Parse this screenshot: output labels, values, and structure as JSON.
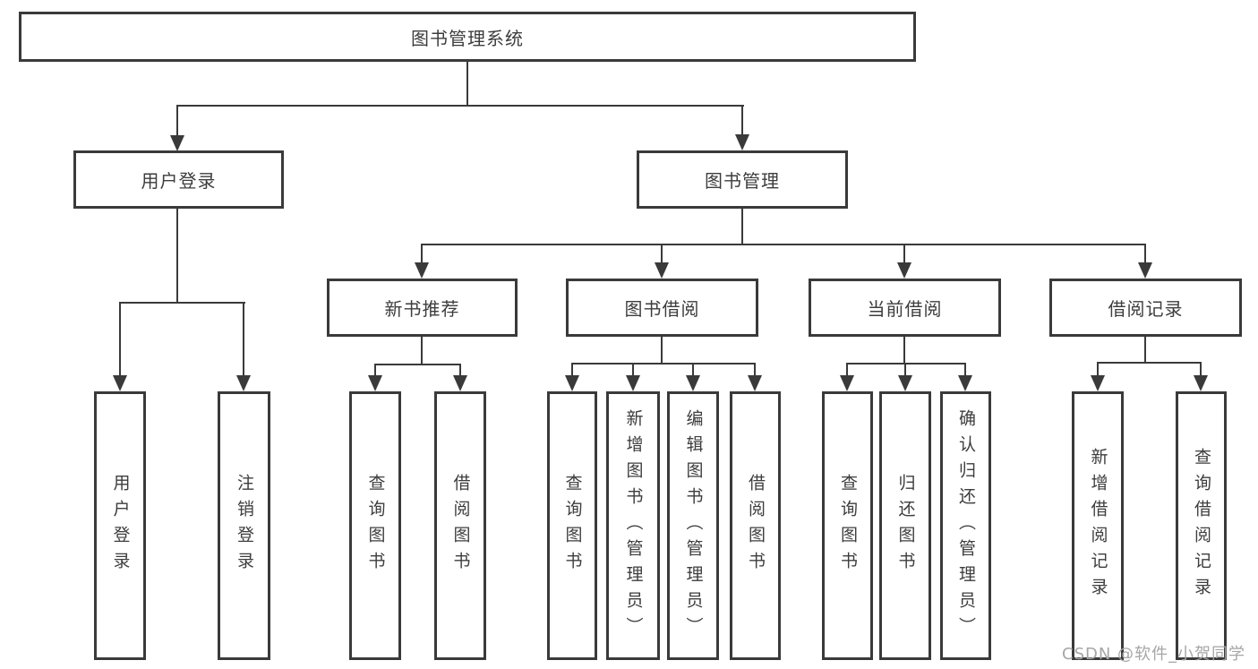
{
  "diagram": {
    "root": {
      "label": "图书管理系统"
    },
    "branches": [
      {
        "label": "用户登录",
        "children": [
          {
            "label": "用户登录"
          },
          {
            "label": "注销登录"
          }
        ]
      },
      {
        "label": "图书管理",
        "children": [
          {
            "label": "新书推荐",
            "children": [
              {
                "label": "查询图书"
              },
              {
                "label": "借阅图书"
              }
            ]
          },
          {
            "label": "图书借阅",
            "children": [
              {
                "label": "查询图书"
              },
              {
                "label": "新增图书（管理员）"
              },
              {
                "label": "编辑图书（管理员）"
              },
              {
                "label": "借阅图书"
              }
            ]
          },
          {
            "label": "当前借阅",
            "children": [
              {
                "label": "查询图书"
              },
              {
                "label": "归还图书"
              },
              {
                "label": "确认归还（管理员）"
              }
            ]
          },
          {
            "label": "借阅记录",
            "children": [
              {
                "label": "新增借阅记录"
              },
              {
                "label": "查询借阅记录"
              }
            ]
          }
        ]
      }
    ],
    "watermark": "CSDN @软件_小贺同学",
    "colors": {
      "line": "#3a3a3a",
      "text": "#3d3d3d",
      "watermark": "#a6a6a6"
    }
  }
}
